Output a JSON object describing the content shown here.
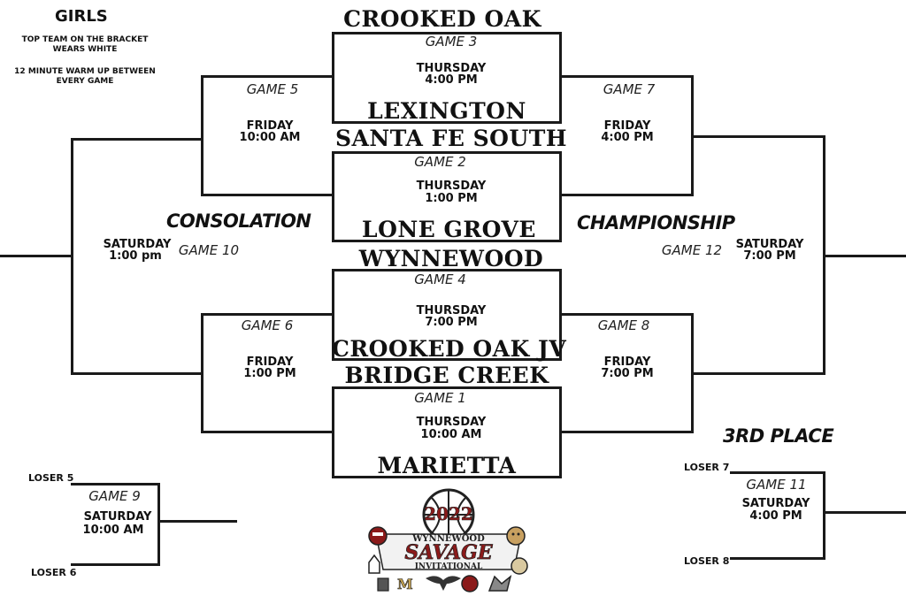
{
  "header": {
    "title": "GIRLS",
    "note1": "TOP TEAM ON THE BRACKET WEARS WHITE",
    "note2": "12 MINUTE WARM UP BETWEEN EVERY GAME"
  },
  "teams": {
    "crooked_oak": "CROOKED OAK",
    "lexington": "LEXINGTON",
    "santa_fe_south": "SANTA FE SOUTH",
    "lone_grove": "LONE GROVE",
    "wynnewood": "WYNNEWOOD",
    "crooked_oak_jv": "CROOKED OAK JV",
    "bridge_creek": "BRIDGE CREEK",
    "marietta": "MARIETTA"
  },
  "games": {
    "g1": {
      "label": "GAME 1",
      "day": "THURSDAY",
      "time": "10:00 AM"
    },
    "g2": {
      "label": "GAME 2",
      "day": "THURSDAY",
      "time": "1:00 PM"
    },
    "g3": {
      "label": "GAME 3",
      "day": "THURSDAY",
      "time": "4:00 PM"
    },
    "g4": {
      "label": "GAME 4",
      "day": "THURSDAY",
      "time": "7:00 PM"
    },
    "g5": {
      "label": "GAME 5",
      "day": "FRIDAY",
      "time": "10:00 AM"
    },
    "g6": {
      "label": "GAME 6",
      "day": "FRIDAY",
      "time": "1:00 PM"
    },
    "g7": {
      "label": "GAME 7",
      "day": "FRIDAY",
      "time": "4:00 PM"
    },
    "g8": {
      "label": "GAME 8",
      "day": "FRIDAY",
      "time": "7:00 PM"
    },
    "g9": {
      "label": "GAME 9",
      "day": "SATURDAY",
      "time": "10:00 AM"
    },
    "g10": {
      "label": "GAME 10",
      "day": "SATURDAY",
      "time": "1:00 pm"
    },
    "g11": {
      "label": "GAME 11",
      "day": "SATURDAY",
      "time": "4:00 PM"
    },
    "g12": {
      "label": "GAME 12",
      "day": "SATURDAY",
      "time": "7:00 PM"
    }
  },
  "rounds": {
    "consolation": "CONSOLATION",
    "championship": "CHAMPIONSHIP",
    "third_place": "3RD PLACE"
  },
  "losers": {
    "l5": "LOSER 5",
    "l6": "LOSER 6",
    "l7": "LOSER 7",
    "l8": "LOSER 8"
  },
  "logo": {
    "year": "2022",
    "line1": "WYNNEWOOD",
    "line2": "SAVAGE",
    "line3": "INVITATIONAL",
    "accent": "#8b1a1a"
  }
}
